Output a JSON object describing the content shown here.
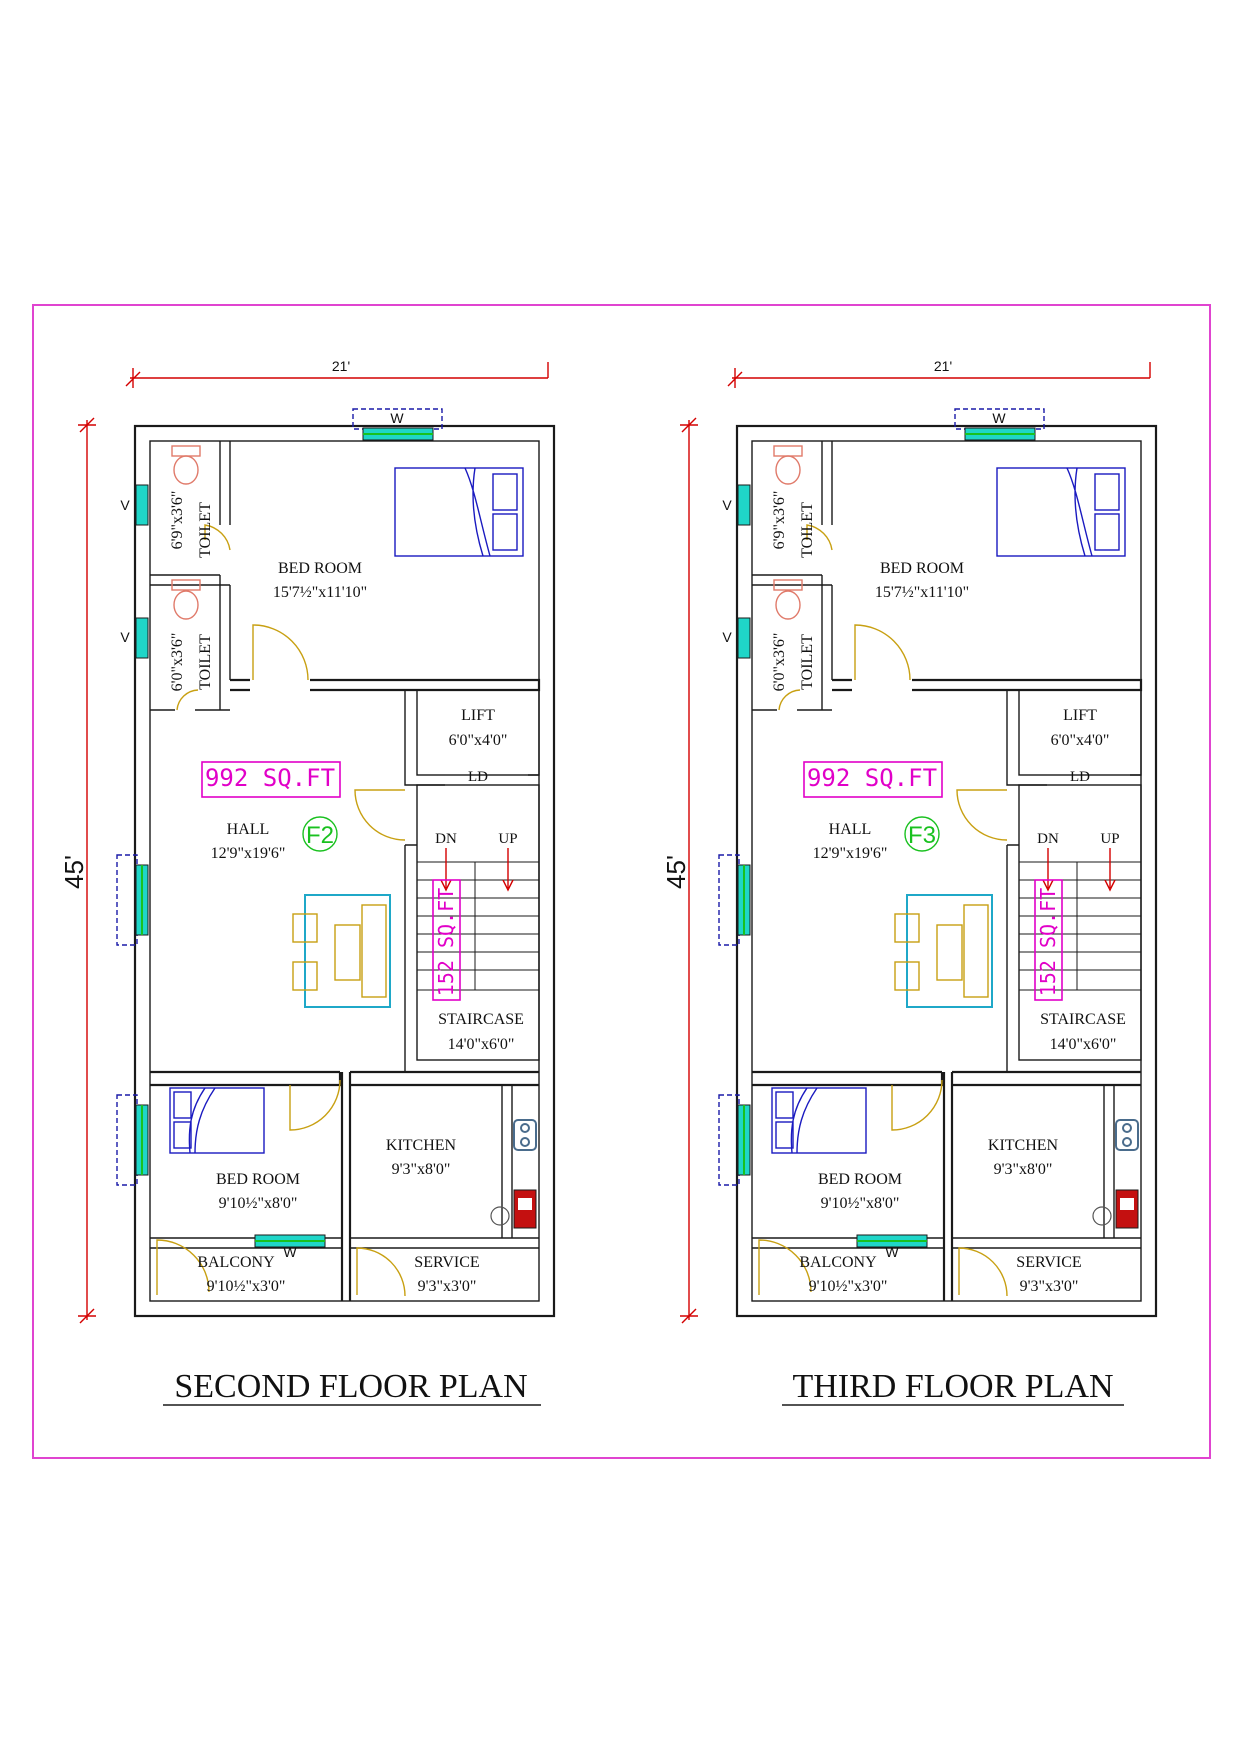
{
  "colors": {
    "border": "#e044d0",
    "wall": "#1a1a1a",
    "dimension": "#d40000",
    "window": "#1a1aa8",
    "glass": "#1fd6c8",
    "furniture": "#c8a012",
    "bed": "#1a1ac0",
    "toilet": "#e07a6a",
    "area_text": "#e100c8",
    "badge": "#19c11f",
    "sink": "#c41010",
    "stove": "#4a6c8c"
  },
  "icons": [
    "bed-icon",
    "toilet-icon",
    "sofa-set-icon",
    "stove-icon",
    "sink-icon",
    "window-icon",
    "door-swing-icon",
    "stair-arrow-icon"
  ],
  "plans": [
    {
      "title": "SECOND FLOOR PLAN",
      "badge": "F2",
      "dim_width": "21'",
      "dim_length": "45'",
      "area": "992 SQ.FT",
      "stair_area": "152 SQ.FT",
      "window_label": "W",
      "vent_label": "V",
      "rooms": {
        "bed1_name": "BED ROOM",
        "bed1_size": "15'7½\"x11'10\"",
        "toilet_name": "TOILET",
        "toilet1_size": "6'9\"x3'6\"",
        "toilet2_size": "6'0\"x3'6\"",
        "lift_name": "LIFT",
        "lift_size": "6'0\"x4'0\"",
        "lift_door": "LD",
        "hall_name": "HALL",
        "hall_size": "12'9\"x19'6\"",
        "stair_dn": "DN",
        "stair_up": "UP",
        "stair_name": "STAIRCASE",
        "stair_size": "14'0\"x6'0\"",
        "kitchen_name": "KITCHEN",
        "kitchen_size": "9'3\"x8'0\"",
        "bed2_name": "BED ROOM",
        "bed2_size": "9'10½\"x8'0\"",
        "balcony_name": "BALCONY",
        "balcony_size": "9'10½\"x3'0\"",
        "service_name": "SERVICE",
        "service_size": "9'3\"x3'0\""
      }
    },
    {
      "title": "THIRD FLOOR PLAN",
      "badge": "F3",
      "dim_width": "21'",
      "dim_length": "45'",
      "area": "992 SQ.FT",
      "stair_area": "152 SQ.FT",
      "window_label": "W",
      "vent_label": "V",
      "rooms": {
        "bed1_name": "BED ROOM",
        "bed1_size": "15'7½\"x11'10\"",
        "toilet_name": "TOILET",
        "toilet1_size": "6'9\"x3'6\"",
        "toilet2_size": "6'0\"x3'6\"",
        "lift_name": "LIFT",
        "lift_size": "6'0\"x4'0\"",
        "lift_door": "LD",
        "hall_name": "HALL",
        "hall_size": "12'9\"x19'6\"",
        "stair_dn": "DN",
        "stair_up": "UP",
        "stair_name": "STAIRCASE",
        "stair_size": "14'0\"x6'0\"",
        "kitchen_name": "KITCHEN",
        "kitchen_size": "9'3\"x8'0\"",
        "bed2_name": "BED ROOM",
        "bed2_size": "9'10½\"x8'0\"",
        "balcony_name": "BALCONY",
        "balcony_size": "9'10½\"x3'0\"",
        "service_name": "SERVICE",
        "service_size": "9'3\"x3'0\""
      }
    }
  ]
}
